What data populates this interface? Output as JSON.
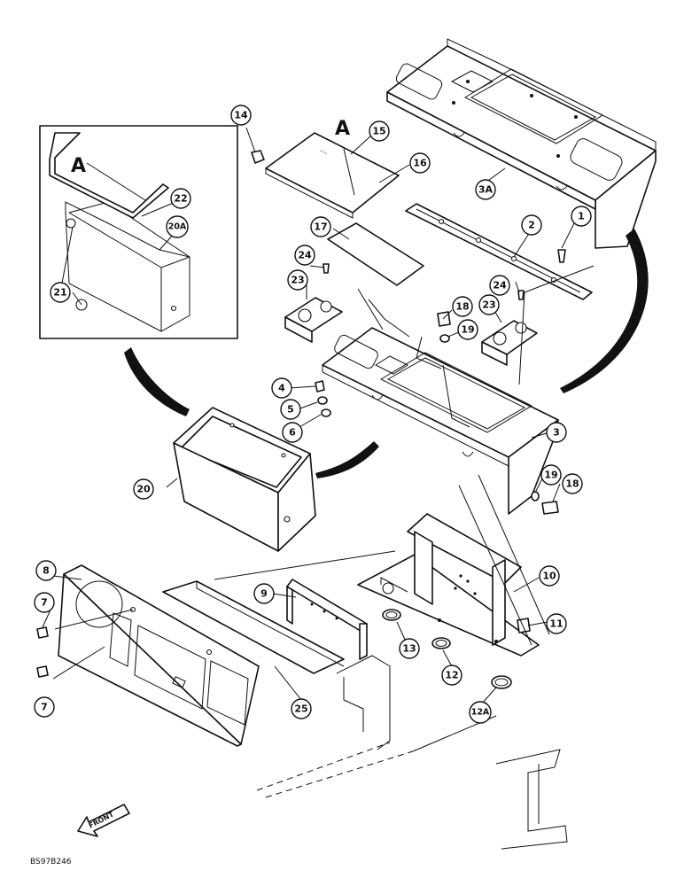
{
  "drawing": {
    "code": "BS97B246",
    "detail_letter": "A",
    "front_label": "FRONT"
  },
  "balloons": [
    {
      "id": "b1",
      "label": "1"
    },
    {
      "id": "b2",
      "label": "2"
    },
    {
      "id": "b3",
      "label": "3"
    },
    {
      "id": "b3a",
      "label": "3A"
    },
    {
      "id": "b4",
      "label": "4"
    },
    {
      "id": "b5",
      "label": "5"
    },
    {
      "id": "b6",
      "label": "6"
    },
    {
      "id": "b7a",
      "label": "7"
    },
    {
      "id": "b7b",
      "label": "7"
    },
    {
      "id": "b8",
      "label": "8"
    },
    {
      "id": "b9",
      "label": "9"
    },
    {
      "id": "b10",
      "label": "10"
    },
    {
      "id": "b11",
      "label": "11"
    },
    {
      "id": "b12",
      "label": "12"
    },
    {
      "id": "b12a",
      "label": "12A"
    },
    {
      "id": "b13",
      "label": "13"
    },
    {
      "id": "b14",
      "label": "14"
    },
    {
      "id": "b15",
      "label": "15"
    },
    {
      "id": "b16",
      "label": "16"
    },
    {
      "id": "b17",
      "label": "17"
    },
    {
      "id": "b18a",
      "label": "18"
    },
    {
      "id": "b18b",
      "label": "18"
    },
    {
      "id": "b19a",
      "label": "19"
    },
    {
      "id": "b19b",
      "label": "19"
    },
    {
      "id": "b20",
      "label": "20"
    },
    {
      "id": "b20a",
      "label": "20A"
    },
    {
      "id": "b21",
      "label": "21"
    },
    {
      "id": "b22",
      "label": "22"
    },
    {
      "id": "b23a",
      "label": "23"
    },
    {
      "id": "b23b",
      "label": "23"
    },
    {
      "id": "b24a",
      "label": "24"
    },
    {
      "id": "b24b",
      "label": "24"
    },
    {
      "id": "b25",
      "label": "25"
    }
  ]
}
